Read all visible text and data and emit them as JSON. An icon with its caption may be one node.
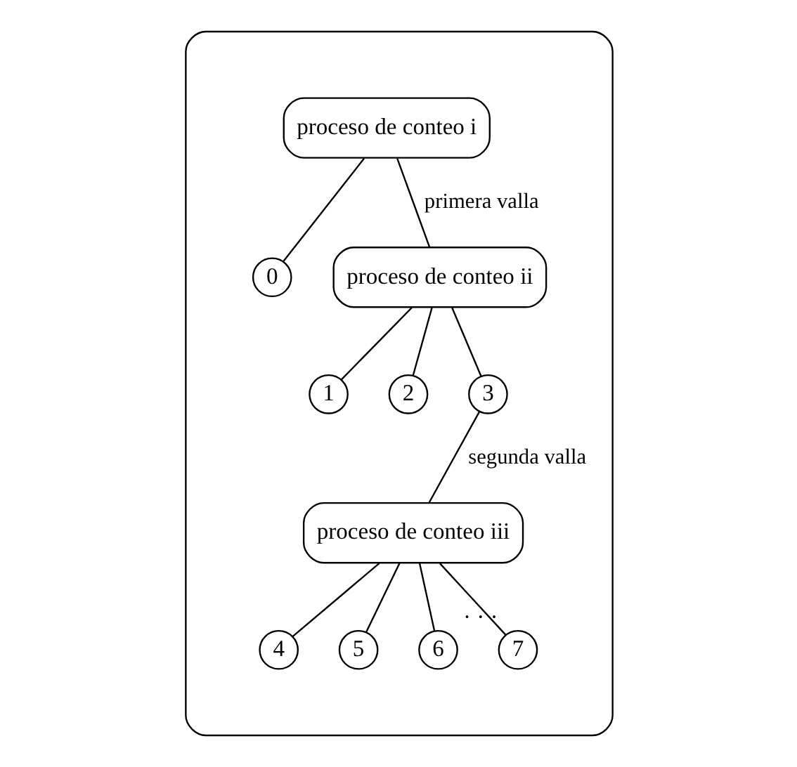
{
  "diagram": {
    "nodes": [
      {
        "text": [],
        "shape": "box"
      },
      {
        "text": [
          "proceso de conteo i"
        ],
        "in": 0
      },
      {
        "text": [
          "0"
        ],
        "in": 0
      },
      {
        "text": [
          "proceso de conteo ii"
        ],
        "in": 0
      },
      {
        "text": [
          "1"
        ],
        "in": 0
      },
      {
        "text": [
          "2"
        ],
        "in": 0
      },
      {
        "text": [
          "3"
        ],
        "in": 0
      },
      {
        "text": [
          "proceso de conteo iii"
        ],
        "in": 0
      },
      {
        "text": [
          "4"
        ],
        "in": 0
      },
      {
        "text": [
          "5"
        ],
        "in": 0
      },
      {
        "text": [
          "6"
        ],
        "in": 0
      },
      {
        "text": [
          "7"
        ],
        "in": 0,
        "beside": [
          "· · ·"
        ]
      }
    ],
    "edges": [
      {
        "from": 1,
        "to": 2,
        "arrow": "none"
      },
      {
        "from": 1,
        "to": 3,
        "arrow": "none",
        "label": "primera valla"
      },
      {
        "from": 3,
        "to": 4,
        "arrow": "none"
      },
      {
        "from": 3,
        "to": 5,
        "arrow": "none"
      },
      {
        "from": 3,
        "to": 6,
        "arrow": "none"
      },
      {
        "from": 6,
        "to": 7,
        "arrow": "none",
        "label": "segunda valla"
      },
      {
        "from": 7,
        "to": 8,
        "arrow": "none"
      },
      {
        "from": 7,
        "to": 9,
        "arrow": "none"
      },
      {
        "from": 7,
        "to": 10,
        "arrow": "none"
      },
      {
        "from": 7,
        "to": 11,
        "arrow": "none"
      }
    ]
  }
}
